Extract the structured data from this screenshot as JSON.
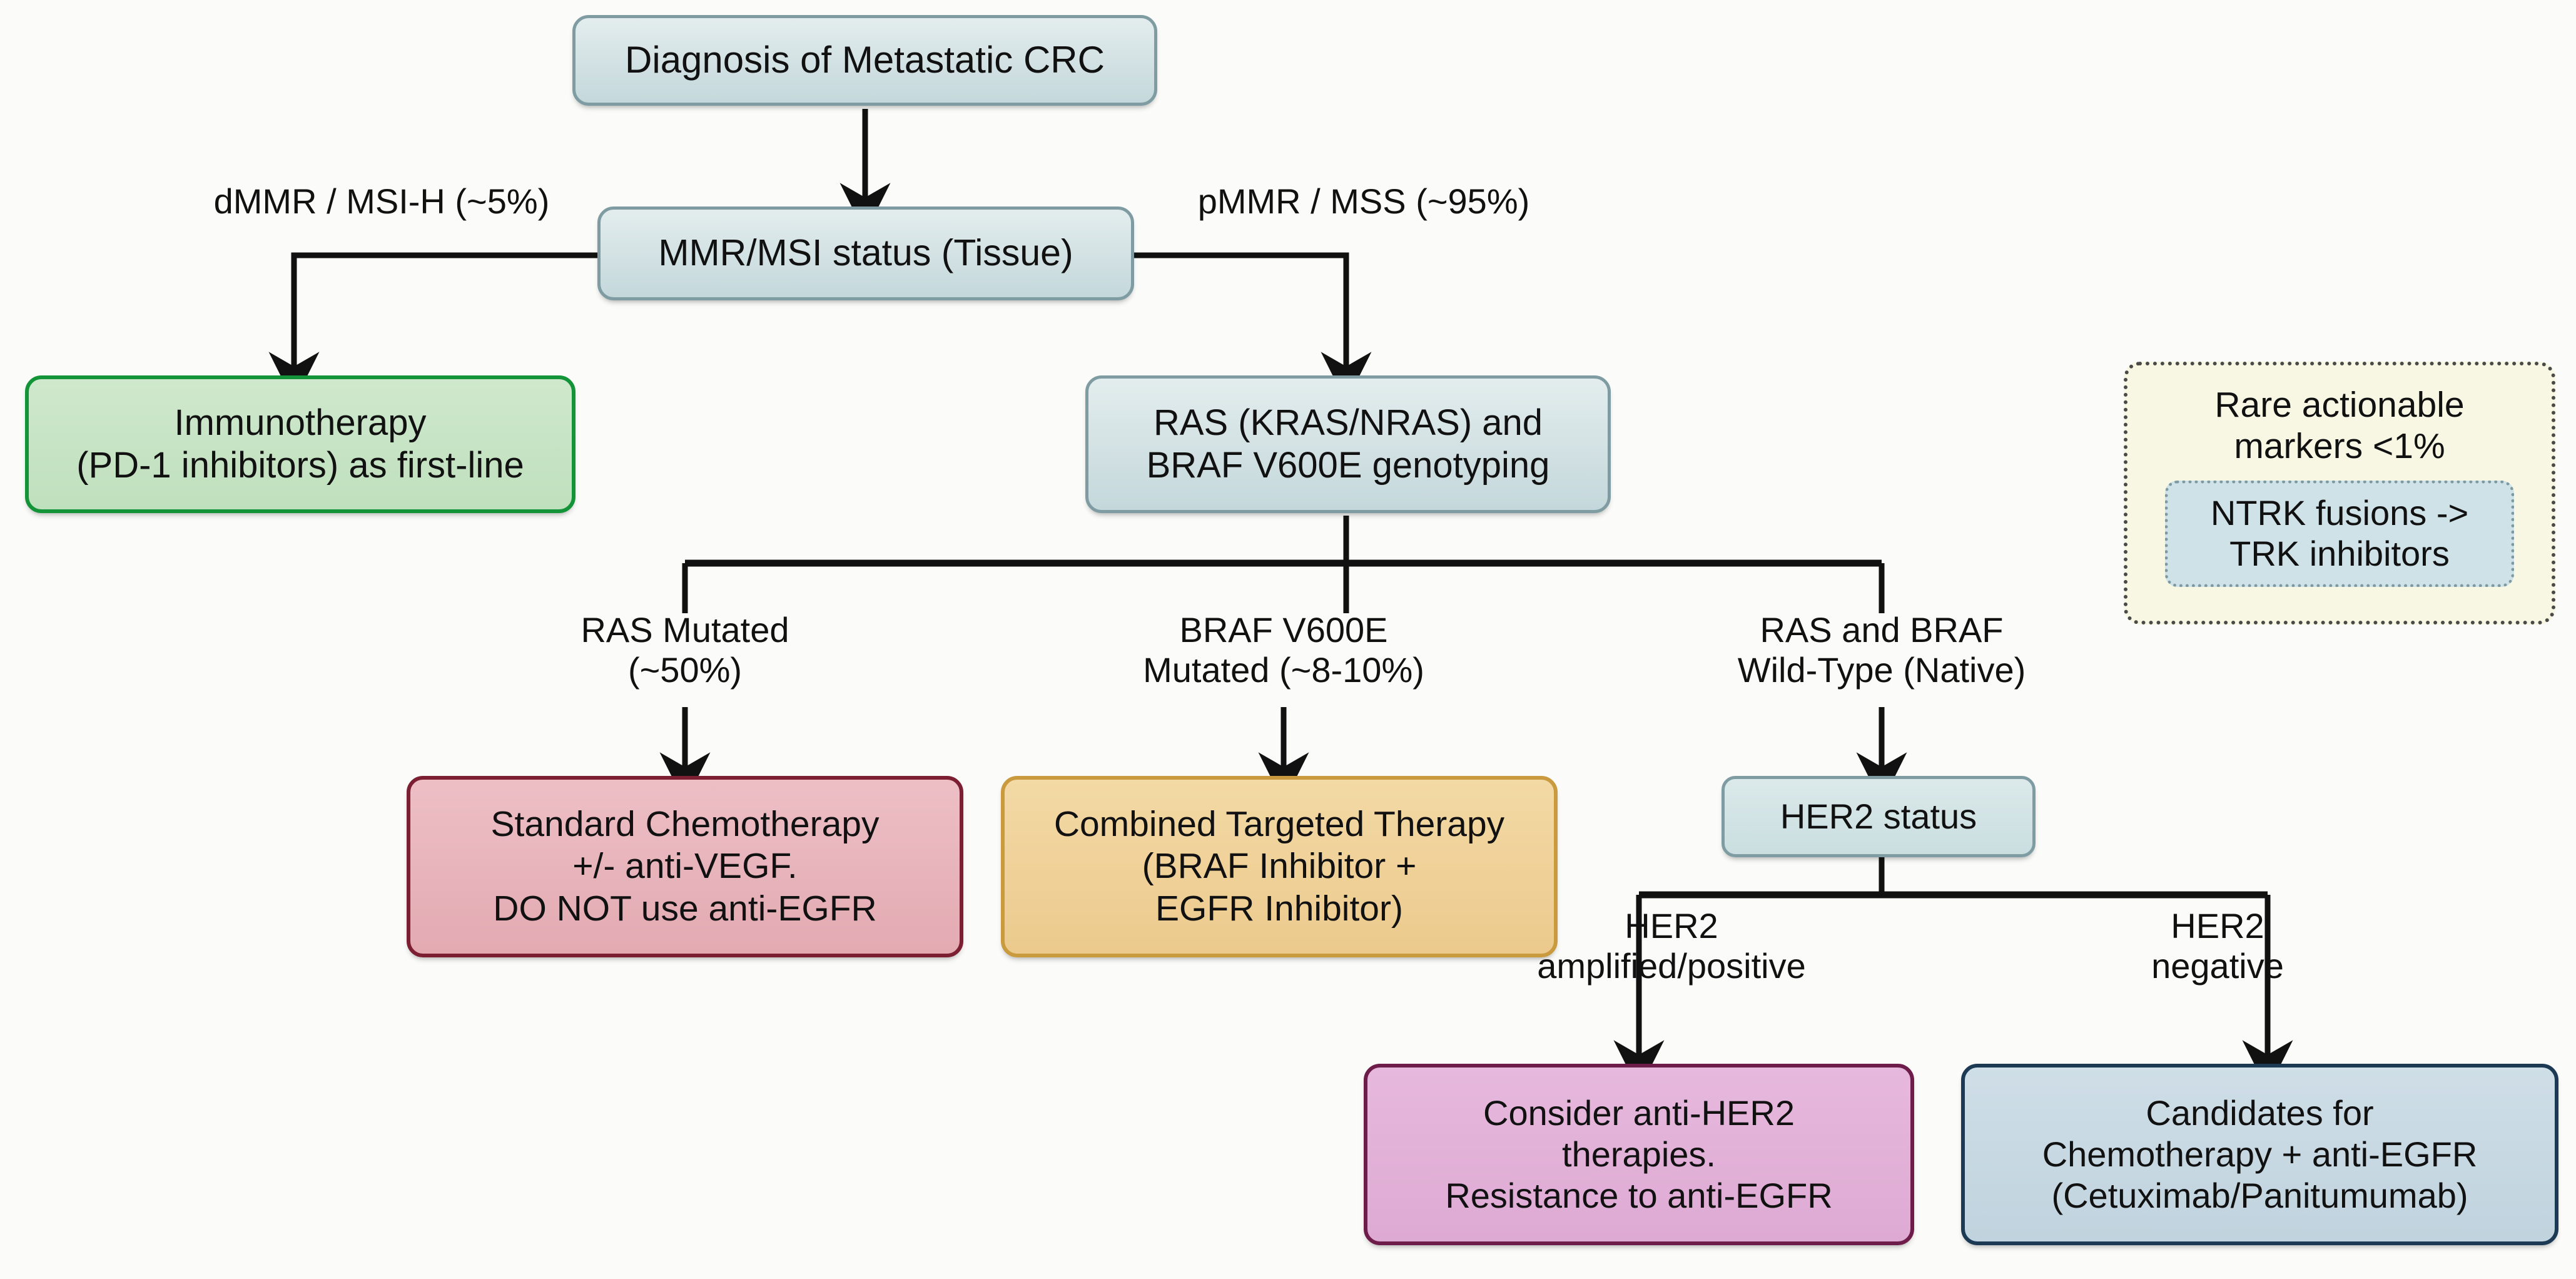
{
  "diagram": {
    "title": "Metastatic CRC biomarker-driven treatment algorithm",
    "background_color": "#fbfbf9",
    "nodes": {
      "diagnosis": {
        "label": "Diagnosis of Metastatic CRC",
        "color": "#d2e1e3",
        "border_color": "#7f9ca3"
      },
      "mmr_status": {
        "label": "MMR/MSI status (Tissue)",
        "color": "#d2e1e3",
        "border_color": "#7f9ca3"
      },
      "immunotherapy": {
        "label": "Immunotherapy\n(PD-1 inhibitors) as first-line",
        "color": "#bfe0bd",
        "border_color": "#149438"
      },
      "genotyping": {
        "label": "RAS (KRAS/NRAS) and\nBRAF V600E genotyping",
        "color": "#d2e1e3",
        "border_color": "#7f9ca3"
      },
      "chemo_vegf": {
        "label": "Standard Chemotherapy\n+/- anti-VEGF.\nDO NOT use anti-EGFR",
        "color": "#e3aab2",
        "border_color": "#7c1f33"
      },
      "combined_targeted": {
        "label": "Combined Targeted Therapy\n(BRAF Inhibitor +\nEGFR Inhibitor)",
        "color": "#ecca8d",
        "border_color": "#c99a3e"
      },
      "her2_status": {
        "label": "HER2 status",
        "color": "#cadee0",
        "border_color": "#7f9ca3"
      },
      "anti_her2": {
        "label": "Consider anti-HER2\ntherapies.\nResistance to anti-EGFR",
        "color": "#ddaad3",
        "border_color": "#6e1c4a"
      },
      "candidates_egfr": {
        "label": "Candidates for\nChemotherapy + anti-EGFR\n(Cetuximab/Panitumumab)",
        "color": "#c0d3de",
        "border_color": "#1d3a55"
      }
    },
    "edge_labels": {
      "dmmr": "dMMR / MSI-H (~5%)",
      "pmmr": "pMMR / MSS (~95%)",
      "ras_mutated": "RAS Mutated\n(~50%)",
      "braf_mutated": "BRAF V600E\nMutated (~8-10%)",
      "wild_type": "RAS and BRAF\nWild-Type (Native)",
      "her2_positive": "HER2\namplified/positive",
      "her2_negative": "HER2\nnegative"
    },
    "rare_panel": {
      "title": "Rare actionable\nmarkers <1%",
      "inner_label": "NTRK fusions ->\nTRK inhibitors",
      "background_color": "#f7f7e4",
      "border_color": "#4a4a46",
      "inner_background_color": "#cfe2e8"
    }
  }
}
